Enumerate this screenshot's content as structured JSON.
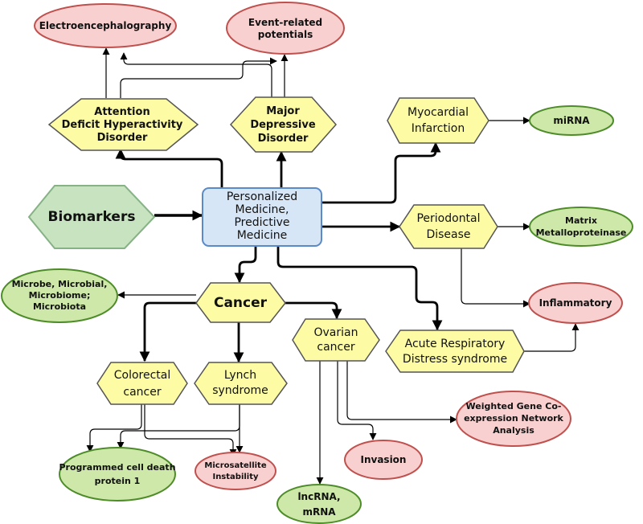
{
  "colors": {
    "pink_fill": "#f8d0d0",
    "pink_stroke": "#c0504d",
    "green_fill": "#cde8a8",
    "green_stroke": "#4e8c2a",
    "yellow_fill": "#fdfca4",
    "yellow_stroke": "#555555",
    "blue_fill": "#d7e6f7",
    "blue_stroke": "#5a8ac8",
    "biomarker_fill": "#c7e3c0",
    "biomarker_stroke": "#86b286"
  },
  "nodes": {
    "eeg": [
      "Electroencephalography"
    ],
    "erp": [
      "Event-related",
      "potentials"
    ],
    "adhd": [
      "Attention",
      "Deficit Hyperactivity",
      "Disorder"
    ],
    "mdd": [
      "Major",
      "Depressive",
      "Disorder"
    ],
    "mi": [
      "Myocardial",
      "Infarction"
    ],
    "mirna": [
      "miRNA"
    ],
    "biomarkers": [
      "Biomarkers"
    ],
    "center": [
      "Personalized",
      "Medicine,",
      "Predictive",
      "Medicine"
    ],
    "perio": [
      "Periodontal",
      "Disease"
    ],
    "mmp": [
      "Matrix",
      "Metalloproteinase"
    ],
    "microbe": [
      "Microbe, Microbial,",
      "Microbiome;",
      "Microbiota"
    ],
    "cancer": [
      "Cancer"
    ],
    "inflam": [
      "Inflammatory"
    ],
    "ovarian": [
      "Ovarian",
      "cancer"
    ],
    "ards": [
      "Acute Respiratory",
      "Distress syndrome"
    ],
    "colorectal": [
      "Colorectal",
      "cancer"
    ],
    "lynch": [
      "Lynch",
      "syndrome"
    ],
    "wgcna": [
      "Weighted Gene Co-",
      "expression Network",
      "Analysis"
    ],
    "pd1": [
      "Programmed cell death",
      "protein 1"
    ],
    "msi": [
      "Microsatellite",
      "Instability"
    ],
    "invasion": [
      "Invasion"
    ],
    "lncrna": [
      "lncRNA,",
      "mRNA"
    ]
  }
}
